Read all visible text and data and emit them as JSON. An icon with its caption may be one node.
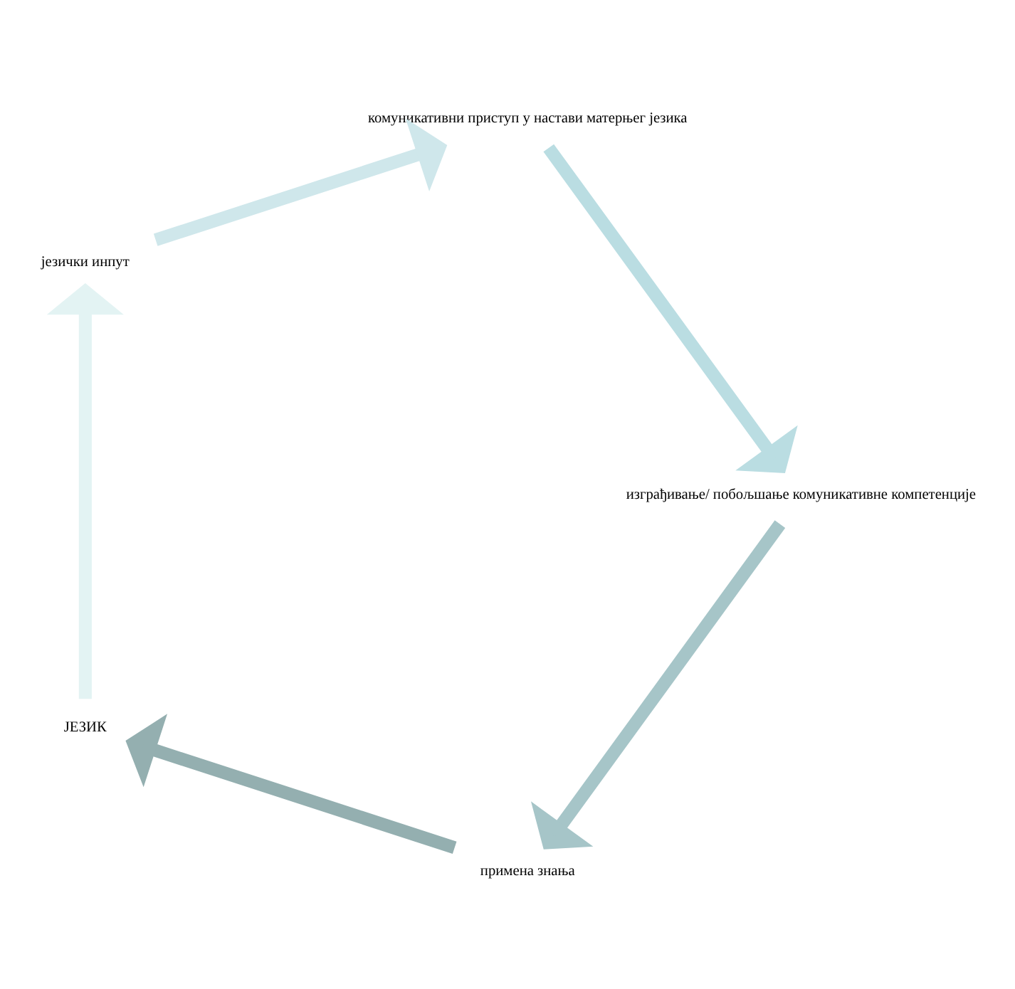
{
  "diagram": {
    "nodes": [
      {
        "text": [
          "ЈЕЗИК"
        ]
      },
      {
        "text": [
          "језички инпут"
        ]
      },
      {
        "text": [
          "комуникативни приступ у настави матерњег језика"
        ]
      },
      {
        "text": [
          "изграђивање/ побољшање комуникативне компетенције"
        ]
      },
      {
        "text": [
          "примена знања"
        ]
      }
    ],
    "edges": [
      {
        "from": 0,
        "to": 1,
        "arrow": "to",
        "color": "#e3f3f3"
      },
      {
        "from": 1,
        "to": 2,
        "arrow": "to",
        "color": "#cfe7eb"
      },
      {
        "from": 2,
        "to": 3,
        "arrow": "to",
        "color": "#badde2"
      },
      {
        "from": 3,
        "to": 4,
        "arrow": "to",
        "color": "#a6c5c8"
      },
      {
        "from": 4,
        "to": 0,
        "arrow": "to",
        "color": "#94afb0"
      }
    ]
  }
}
